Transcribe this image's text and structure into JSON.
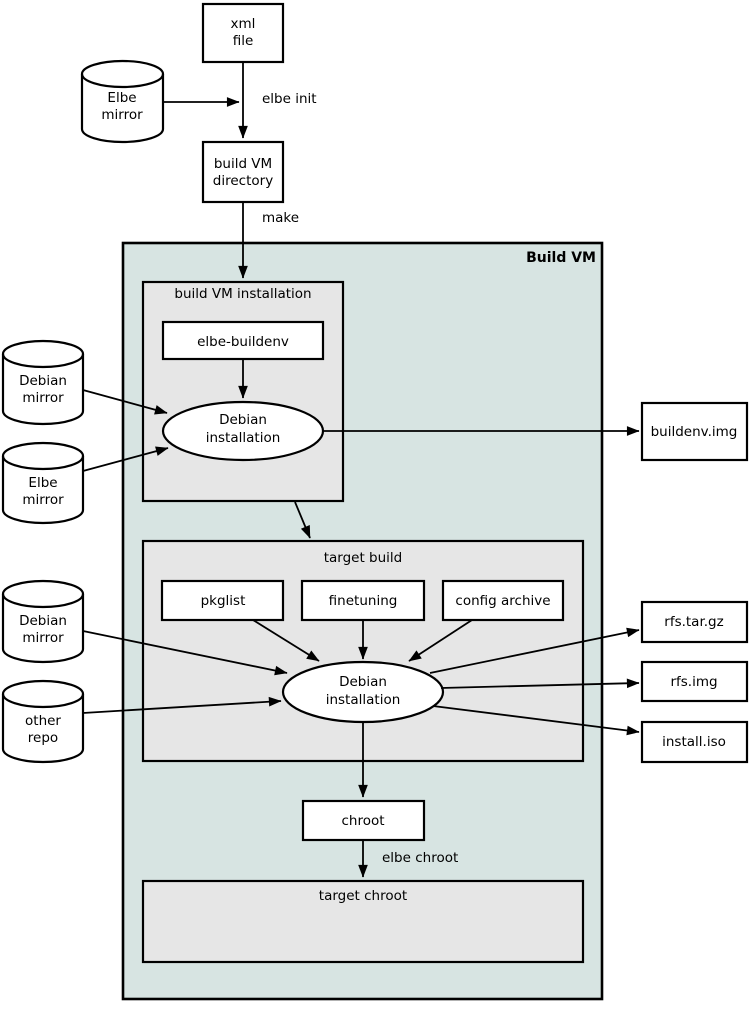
{
  "diagram": {
    "container_label": "Build VM",
    "colors": {
      "vm_background": "#d7e4e2",
      "group_background": "#e6e6e6",
      "node_background": "#ffffff",
      "line_color": "#000000"
    },
    "edge_labels": {
      "elbe_init": "elbe init",
      "make": "make",
      "elbe_chroot": "elbe chroot"
    },
    "nodes": {
      "xml_file": {
        "line1": "xml",
        "line2": "file"
      },
      "elbe_mirror_top": {
        "line1": "Elbe",
        "line2": "mirror"
      },
      "build_vm_directory": {
        "line1": "build VM",
        "line2": "directory"
      },
      "build_vm_installation_label": "build VM installation",
      "elbe_buildenv": "elbe-buildenv",
      "debian_installation_build": {
        "line1": "Debian",
        "line2": "installation"
      },
      "debian_mirror_build": {
        "line1": "Debian",
        "line2": "mirror"
      },
      "elbe_mirror_build": {
        "line1": "Elbe",
        "line2": "mirror"
      },
      "buildenv_img": "buildenv.img",
      "target_build_label": "target build",
      "pkglist": "pkglist",
      "finetuning": "finetuning",
      "config_archive": "config archive",
      "debian_installation_target": {
        "line1": "Debian",
        "line2": "installation"
      },
      "debian_mirror_target": {
        "line1": "Debian",
        "line2": "mirror"
      },
      "other_repo": {
        "line1": "other",
        "line2": "repo"
      },
      "rfs_tar_gz": "rfs.tar.gz",
      "rfs_img": "rfs.img",
      "install_iso": "install.iso",
      "chroot": "chroot",
      "target_chroot": "target chroot"
    }
  }
}
